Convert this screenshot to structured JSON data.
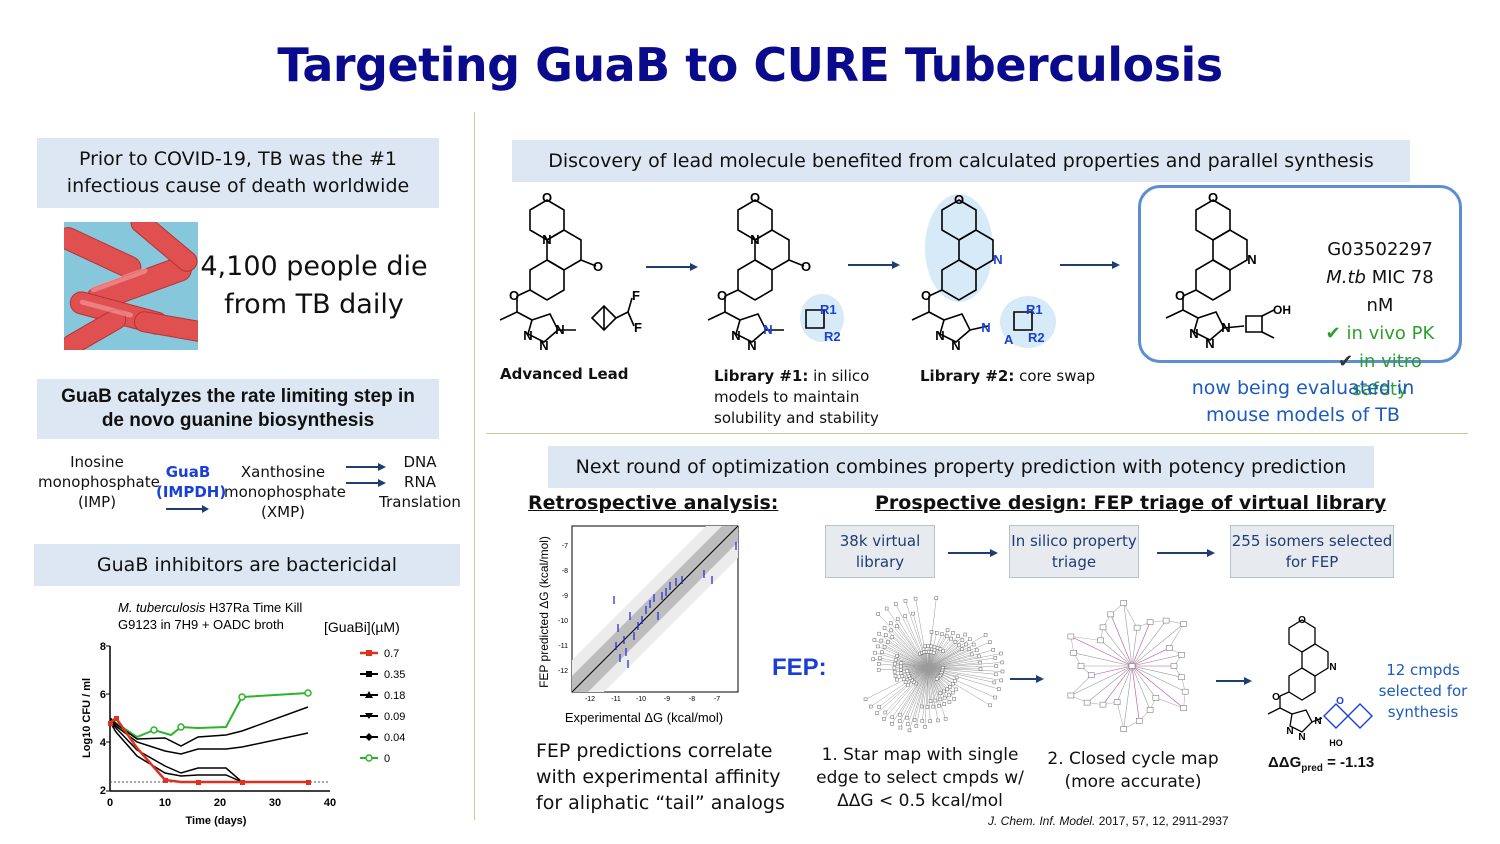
{
  "title": "Targeting GuaB to CURE Tuberculosis",
  "left": {
    "covid_box": [
      "Prior to COVID-19, TB was the #1",
      "infectious cause of death worldwide"
    ],
    "daily": [
      "4,100 people die",
      "from TB daily"
    ],
    "guab_box": [
      "GuaB catalyzes the rate limiting step in",
      "de novo guanine biosynthesis"
    ],
    "pathway": {
      "imp": [
        "Inosine",
        "monophosphate",
        "(IMP)"
      ],
      "enzyme": [
        "GuaB",
        "(IMPDH)"
      ],
      "xmp": [
        "Xanthosine",
        "monophosphate",
        "(XMP)"
      ],
      "products": [
        "DNA",
        "RNA",
        "Translation"
      ]
    },
    "bactericidal_box": "GuaB inhibitors are bactericidal",
    "kill_chart": {
      "title_italic": "M. tuberculosis",
      "title_rest": " H37Ra Time Kill",
      "subtitle": "G9123 in 7H9 + OADC broth",
      "ylabel": "Log10 CFU / ml",
      "xlabel": "Time (days)",
      "legend_title": "[GuaBi](µM)"
    }
  },
  "top": {
    "header": "Discovery of lead molecule benefited from calculated properties and parallel synthesis",
    "advanced_lead": "Advanced Lead",
    "lib1_bold": "Library #1:",
    "lib1_text": [
      " in silico",
      "models to maintain",
      "solubility and stability"
    ],
    "lib2_bold": "Library #2:",
    "lib2_text": " core swap",
    "compound_id": "G03502297",
    "mic_italic": "M.tb",
    "mic_rest": " MIC 78 nM",
    "pk": "in vivo PK",
    "safety": "in vitro safety",
    "check_green": "✔",
    "check_black": "✔",
    "now_evaluated": [
      "now being evaluated in",
      "mouse models of TB"
    ],
    "atoms": {
      "O": "O",
      "N": "N",
      "F": "F",
      "R1": "R1",
      "R2": "R2",
      "A": "A",
      "OH": "OH",
      "HO": "HO"
    }
  },
  "bottom": {
    "header": "Next round of optimization combines property prediction with potency prediction",
    "retro": "Retrospective analysis:",
    "prosp": "Prospective design: FEP triage of virtual library",
    "retro_chart": {
      "xlabel": "Experimental ΔG (kcal/mol)",
      "ylabel": "FEP predicted ΔG (kcal/mol)"
    },
    "retro_caption": [
      "FEP predictions correlate",
      "with experimental affinity",
      "for aliphatic “tail” analogs"
    ],
    "flow": [
      [
        "38k virtual",
        "library"
      ],
      [
        "In silico property",
        "triage"
      ],
      [
        "255 isomers selected",
        "for FEP"
      ]
    ],
    "fep_label": "FEP:",
    "star_caption": [
      "1. Star map with single",
      "edge to select cmpds w/",
      "ΔΔG < 0.5 kcal/mol"
    ],
    "cycle_caption": [
      "2. Closed cycle map",
      "(more accurate)"
    ],
    "ddg_prefix": "ΔΔG",
    "ddg_sub": "pred",
    "ddg_value": " = -1.13",
    "selected": [
      "12 cmpds",
      "selected for",
      "synthesis"
    ],
    "citation_italic": "J. Chem. Inf. Model.",
    "citation_rest": " 2017, 57, 12, 2911-2937"
  }
}
